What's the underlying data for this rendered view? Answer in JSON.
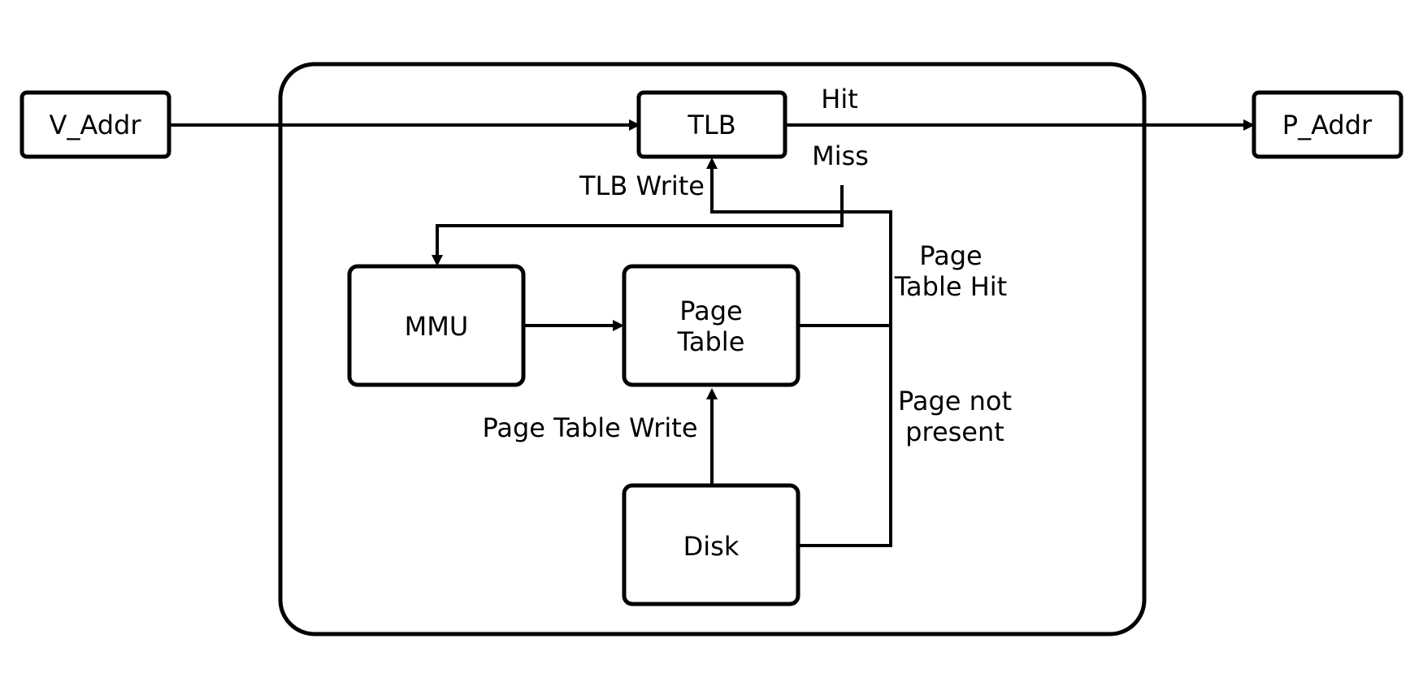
{
  "diagram": {
    "colors": {
      "stroke": "#000000",
      "fill": "#ffffff",
      "text": "#000000"
    },
    "nodes": {
      "v_addr": "V_Addr",
      "p_addr": "P_Addr",
      "tlb": "TLB",
      "mmu": "MMU",
      "page_table": [
        "Page",
        "Table"
      ],
      "disk": "Disk"
    },
    "edge_labels": {
      "hit": "Hit",
      "miss": "Miss",
      "tlb_write": "TLB Write",
      "page_table_hit": [
        "Page",
        "Table Hit"
      ],
      "page_not_present": [
        "Page not",
        "present"
      ],
      "page_table_write": "Page Table Write"
    }
  }
}
